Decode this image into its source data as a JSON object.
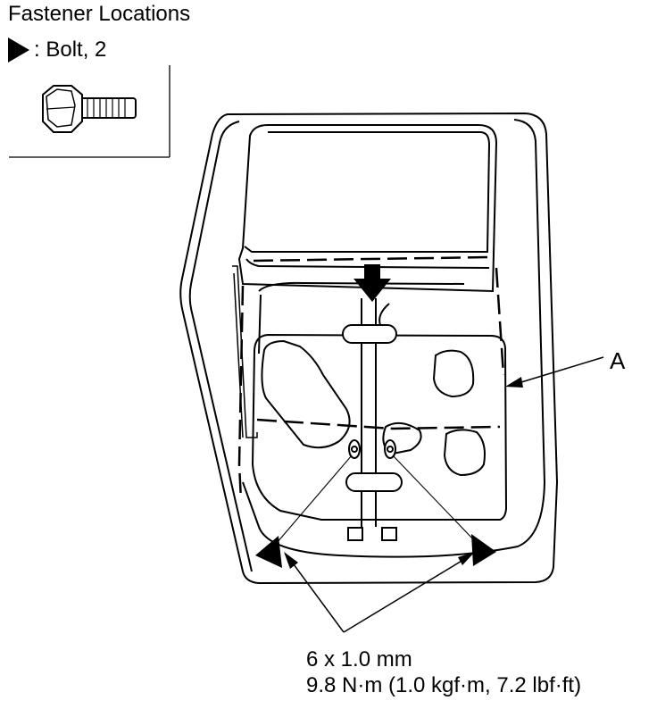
{
  "header": {
    "title": "Fastener Locations"
  },
  "legend": {
    "symbol": "filled-triangle-marker",
    "label": ": Bolt, 2"
  },
  "callouts": {
    "part_a": "A"
  },
  "spec": {
    "line1": "6 x 1.0 mm",
    "line2": "9.8 N·m (1.0 kgf·m, 7.2 lbf·ft)"
  }
}
